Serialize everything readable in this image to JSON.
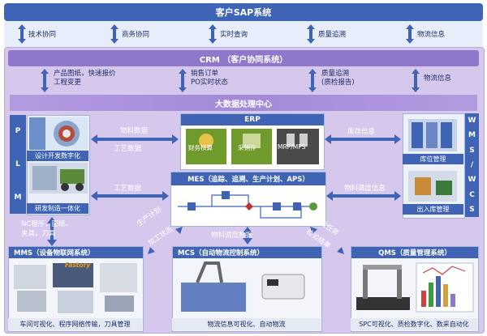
{
  "sap": {
    "title": "客户SAP系统"
  },
  "sap_links": [
    "技术协同",
    "商务协同",
    "实时查询",
    "质量追溯",
    "物流信息"
  ],
  "crm": {
    "title": "CRM （客户协同系统）"
  },
  "crm_links": {
    "l1a": "产品图纸，快速报价",
    "l1b": "工程变更",
    "l2a": "销售订单",
    "l2b": "PO实时状态",
    "l3a": "质量追溯",
    "l3b": "(质检报告)",
    "l4": "物流信息"
  },
  "bigdata": {
    "title": "大数据处理中心"
  },
  "plm": {
    "letters": [
      "P",
      "L",
      "M"
    ],
    "cap1": "设计开发数字化",
    "cap2": "研发制造一体化"
  },
  "erp": {
    "title": "ERP",
    "m1": "财务核算",
    "m2": "采销存",
    "m3": "MRP/MPS"
  },
  "wms": {
    "letters": [
      "W",
      "M",
      "S",
      "/",
      "W",
      "C",
      "S"
    ],
    "cap1": "库位管理",
    "cap2": "出入库管理"
  },
  "mes": {
    "title": "MES（追踪、追溯、生产计划、APS）"
  },
  "flows": {
    "wuliao": "物料数据",
    "gongyi": "工艺数据",
    "kucun": "库存信息",
    "gongyi2": "工艺数据",
    "wuliao_diaodu": "物料调度信息",
    "nc1": "NC程序，图纸、",
    "nc2": "夹具，刀具",
    "shengchan": "生产计划",
    "jiagong": "加工状态",
    "wl_diaodu": "物料调度数据",
    "jianyan": "检验任务",
    "jianyan_jg": "检验结果"
  },
  "mms": {
    "title": "MMS（设备物联网系统）",
    "caption": "车间可视化、程序网络传输，刀具管理",
    "brand": "Fastory"
  },
  "mcs": {
    "title": "MCS（自动物流控制系统）",
    "caption": "物流信息可视化、自动物流"
  },
  "qms": {
    "title": "QMS（质量管理系统）",
    "caption": "SPC可视化、质检数字化、数采自动化"
  },
  "colors": {
    "accent": "#3f63b5",
    "purple": "#8f77cc",
    "bg": "#d6c8ec"
  }
}
